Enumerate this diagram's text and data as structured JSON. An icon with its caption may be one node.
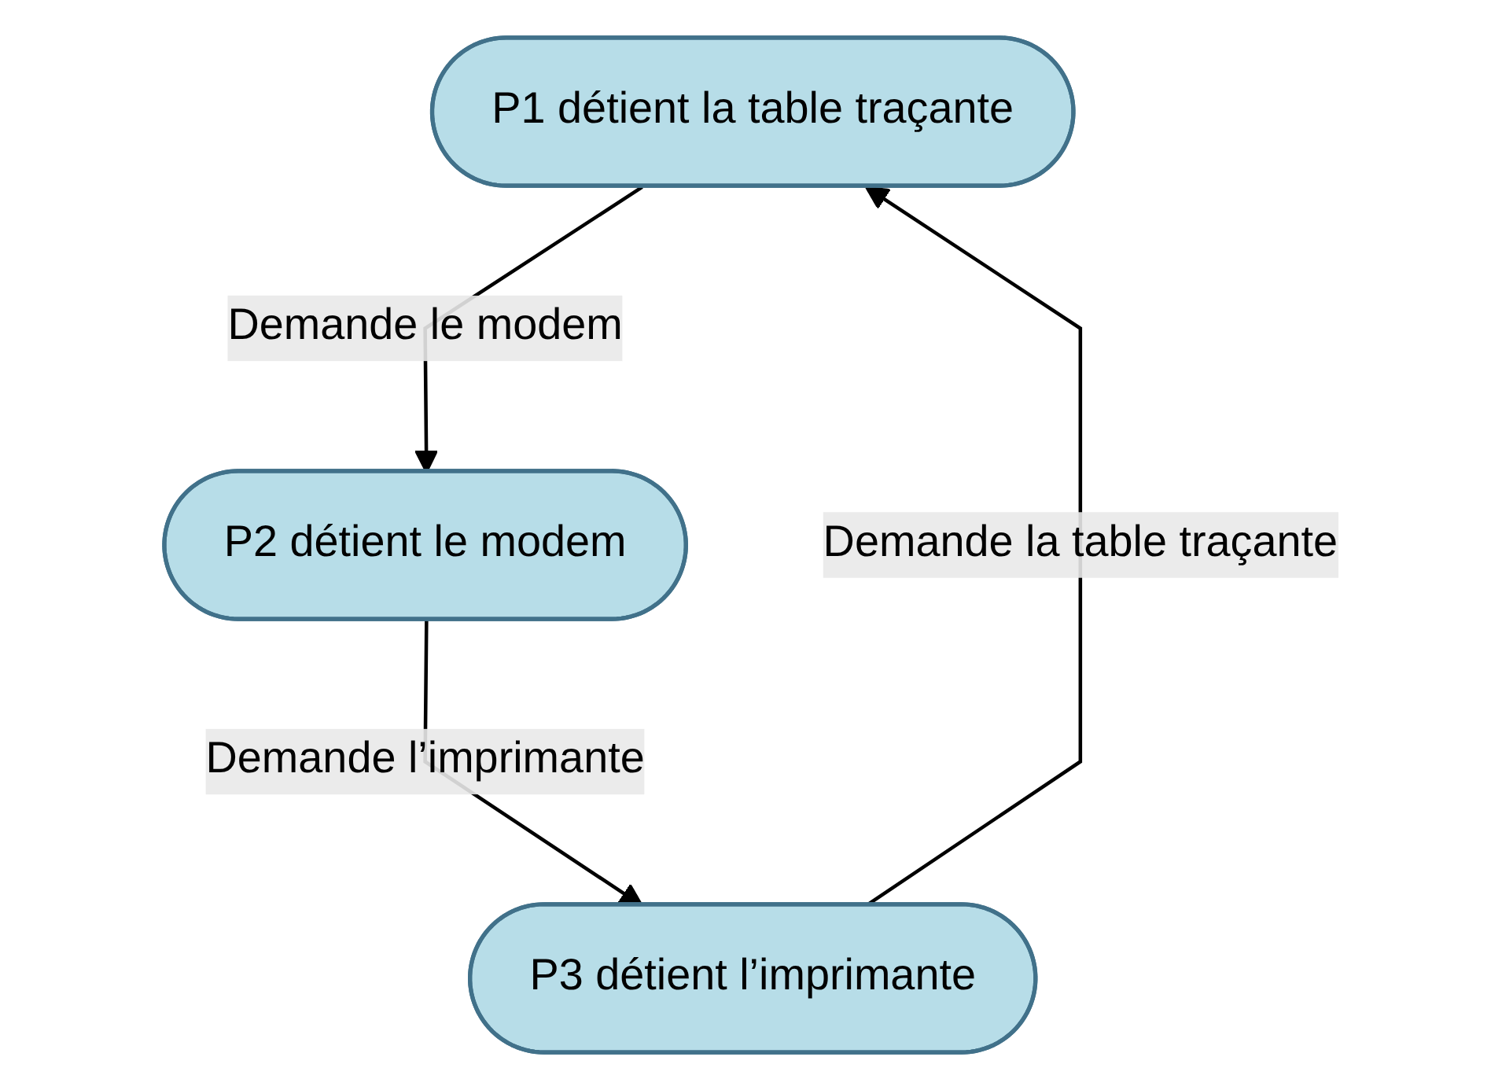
{
  "diagram": {
    "nodes": [
      {
        "text": [
          "P1 détient la table traçante"
        ]
      },
      {
        "text": [
          "P2 détient le modem"
        ]
      },
      {
        "text": [
          "P3 détient l’imprimante"
        ]
      }
    ],
    "edges": [
      {
        "from": 0,
        "to": 1,
        "arrow": "to",
        "label": "Demande le modem"
      },
      {
        "from": 1,
        "to": 2,
        "arrow": "to",
        "label": "Demande l’imprimante"
      },
      {
        "from": 2,
        "to": 0,
        "arrow": "to",
        "label": "Demande la table traçante"
      }
    ]
  }
}
